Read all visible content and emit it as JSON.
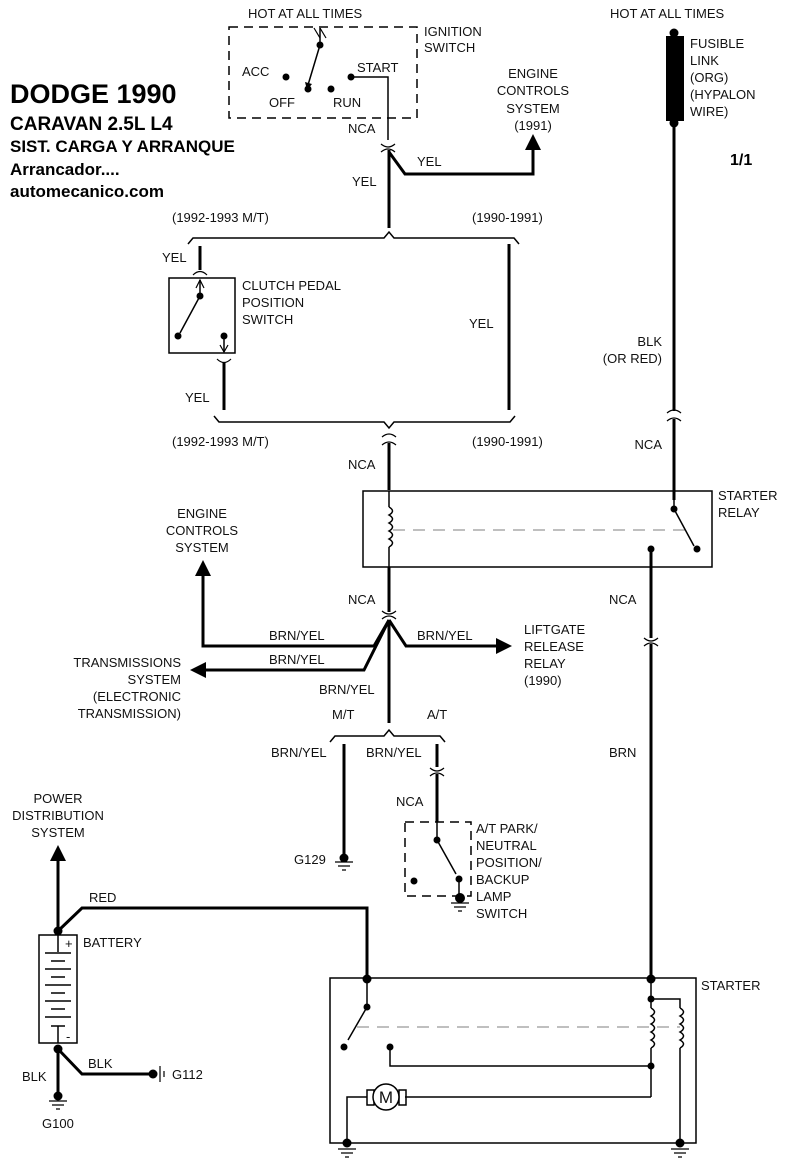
{
  "title": {
    "line1": "DODGE 1990",
    "line2": "CARAVAN  2.5L  L4",
    "line3": "SIST. CARGA Y ARRANQUE",
    "line4": "Arrancador....",
    "line5": "automecanico.com"
  },
  "page_number": "1/1",
  "ignition_switch": {
    "feed_label": "HOT AT ALL TIMES",
    "name_lines": [
      "IGNITION",
      "SWITCH"
    ],
    "positions": [
      "ACC",
      "OFF",
      "RUN",
      "START"
    ],
    "connector_label": "NCA",
    "wire_down": "YEL",
    "wire_branch": "YEL"
  },
  "engine_controls_top": {
    "lines": [
      "ENGINE",
      "CONTROLS",
      "SYSTEM",
      "(1991)"
    ]
  },
  "fusible_link": {
    "feed_label": "HOT AT ALL TIMES",
    "lines": [
      "FUSIBLE",
      "LINK",
      "(ORG)",
      "(HYPALON",
      "WIRE)"
    ],
    "wire_label_lines": [
      "BLK",
      "(OR RED)"
    ],
    "connector_label": "NCA"
  },
  "option_brackets": {
    "top_left": "(1992-1993 M/T)",
    "top_right": "(1990-1991)",
    "bottom_left": "(1992-1993 M/T)",
    "bottom_right": "(1990-1991)"
  },
  "clutch_switch": {
    "lines": [
      "CLUTCH PEDAL",
      "POSITION",
      "SWITCH"
    ],
    "wire_in": "YEL",
    "wire_out": "YEL",
    "bypass_wire": "YEL"
  },
  "starter_relay": {
    "lines": [
      "STARTER",
      "RELAY"
    ],
    "coil_connector": "NCA",
    "coil_lower_connector": "NCA",
    "output_connector": "NCA",
    "output_wire": "BRN"
  },
  "splice_branches": {
    "engine_controls": {
      "lines": [
        "ENGINE",
        "CONTROLS",
        "SYSTEM"
      ],
      "wire": "BRN/YEL"
    },
    "transmission": {
      "lines": [
        "TRANSMISSIONS",
        "SYSTEM",
        "(ELECTRONIC",
        "TRANSMISSION)"
      ],
      "wire": "BRN/YEL"
    },
    "liftgate": {
      "lines": [
        "LIFTGATE",
        "RELEASE",
        "RELAY",
        "(1990)"
      ],
      "wire": "BRN/YEL"
    },
    "down_wire": "BRN/YEL"
  },
  "transmission_options": {
    "mt_label": "M/T",
    "at_label": "A/T",
    "mt_wire": "BRN/YEL",
    "at_wire": "BRN/YEL",
    "mt_ground": "G129",
    "at_connector": "NCA",
    "at_switch_lines": [
      "A/T PARK/",
      "NEUTRAL",
      "POSITION/",
      "BACKUP",
      "LAMP",
      "SWITCH"
    ]
  },
  "battery": {
    "power_dist_lines": [
      "POWER",
      "DISTRIBUTION",
      "SYSTEM"
    ],
    "label": "BATTERY",
    "plus": "+",
    "minus": "-",
    "positive_wire": "RED",
    "neg_wire_1": "BLK",
    "neg_wire_2": "BLK",
    "ground_1": "G100",
    "ground_2": "G112"
  },
  "starter": {
    "label": "STARTER",
    "motor_symbol": "M"
  }
}
